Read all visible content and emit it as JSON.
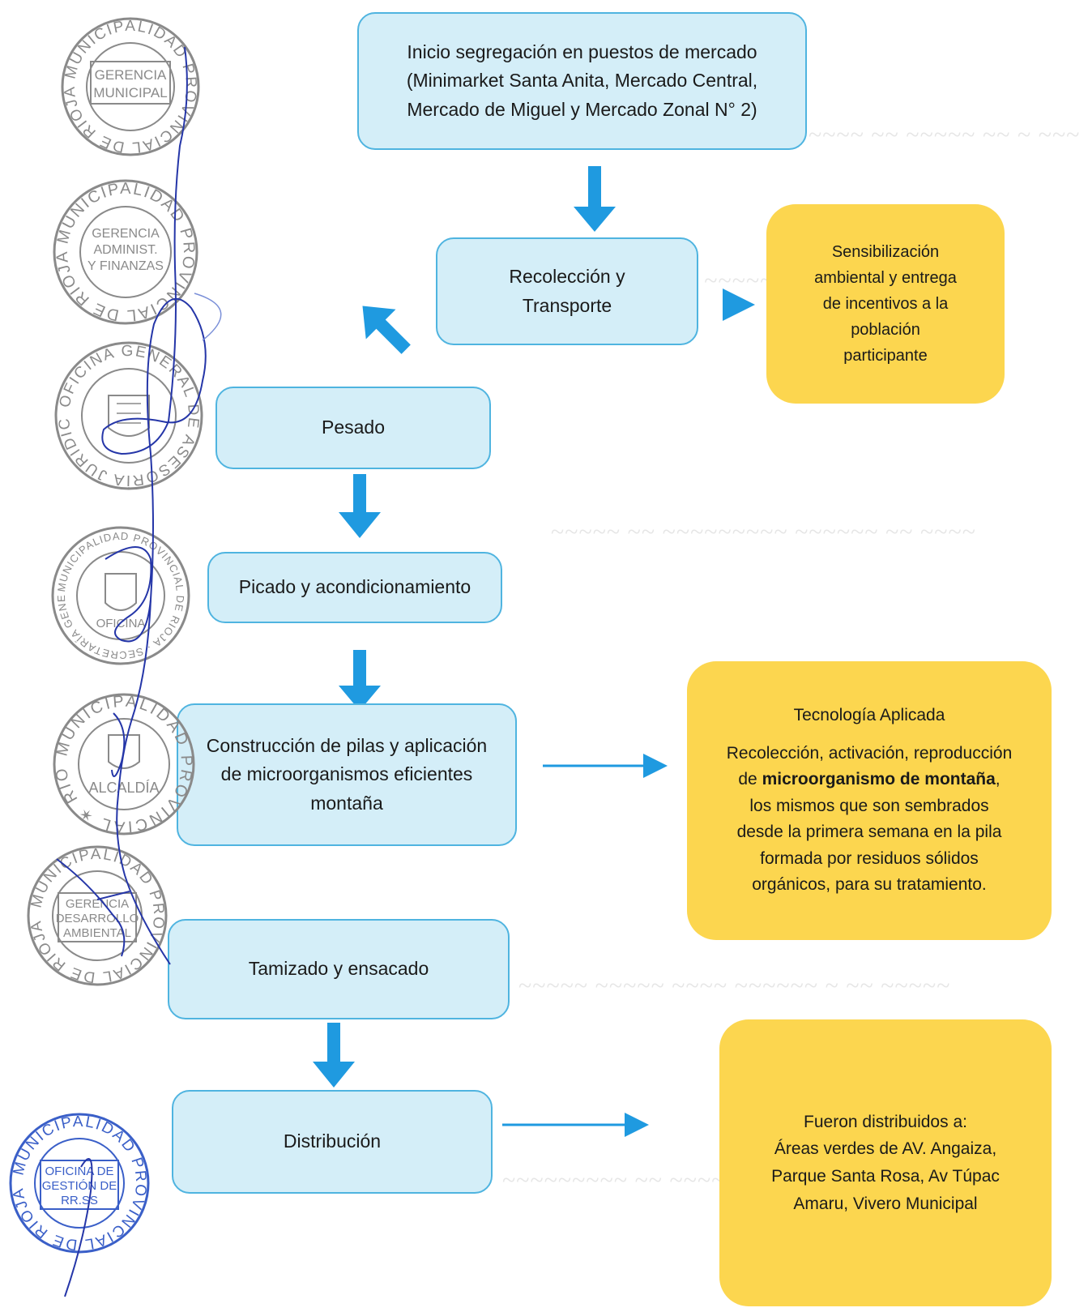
{
  "steps": [
    {
      "id": "inicio",
      "lines": [
        "Inicio segregación en puestos de mercado",
        "(Minimarket Santa Anita, Mercado Central,",
        "Mercado de Miguel y Mercado Zonal N° 2)"
      ]
    },
    {
      "id": "recoleccion",
      "lines": [
        "Recolección y",
        "Transporte"
      ]
    },
    {
      "id": "pesado",
      "lines": [
        "Pesado"
      ]
    },
    {
      "id": "picado",
      "lines": [
        "Picado y acondicionamiento"
      ]
    },
    {
      "id": "construccion",
      "lines": [
        "Construcción de pilas y aplicación",
        "de microorganismos eficientes",
        "montaña"
      ]
    },
    {
      "id": "tamizado",
      "lines": [
        "Tamizado y ensacado"
      ]
    },
    {
      "id": "distribucion",
      "lines": [
        "Distribución"
      ]
    }
  ],
  "notes": {
    "sensibilizacion": [
      "Sensibilización",
      "ambiental y entrega",
      "de incentivos a la",
      "población",
      "participante"
    ],
    "tecnologia": {
      "title": "Tecnología Aplicada",
      "line1": "Recolección, activación, reproducción",
      "line2_pre": "de ",
      "line2_bold": "microorganismo de montaña",
      "line2_post": ",",
      "rest": [
        "los mismos que son sembrados",
        "desde la primera semana en la pila",
        "formada por residuos sólidos",
        "orgánicos, para su tratamiento."
      ]
    },
    "distribuidos": [
      "Fueron distribuidos a:",
      "Áreas verdes de AV. Angaiza,",
      "Parque Santa Rosa, Av Túpac",
      "Amaru, Vivero Municipal"
    ]
  },
  "stamps": [
    {
      "outer": "MUNICIPALIDAD PROVINCIAL DE RIOJA",
      "inner": [
        "GERENCIA",
        "MUNICIPAL"
      ]
    },
    {
      "outer": "MUNICIPALIDAD PROVINCIAL DE RIOJA",
      "inner": [
        "GERENCIA",
        "ADMINIST.",
        "Y FINANZAS"
      ]
    },
    {
      "outer": "OFICINA GENERAL DE ASESORÍA JURÍDICA",
      "inner": []
    },
    {
      "outer": "MUNICIPALIDAD PROVINCIAL DE RIOJA · SECRETARÍA GENERAL",
      "inner": [
        "OFICINA"
      ]
    },
    {
      "outer": "MUNICIPALIDAD PROVINCIAL · RIOJA",
      "inner": [
        "ALCALDÍA"
      ]
    },
    {
      "outer": "MUNICIPALIDAD PROVINCIAL DE RIOJA",
      "inner": [
        "GERENCIA",
        "DESARROLLO",
        "AMBIENTAL"
      ]
    },
    {
      "outer": "MUNICIPALIDAD PROVINCIAL DE RIOJA",
      "inner": [
        "OFICINA DE",
        "GESTIÓN DE",
        "RR.SS"
      ]
    }
  ],
  "colors": {
    "box_fill": "#d4eef8",
    "box_border": "#4fb4e0",
    "arrow": "#1f9ae0",
    "note_fill": "#fcd64f",
    "stamp": "#8a8a8a",
    "stamp_blue": "#3a5fc8",
    "ink": "#2536a8"
  }
}
